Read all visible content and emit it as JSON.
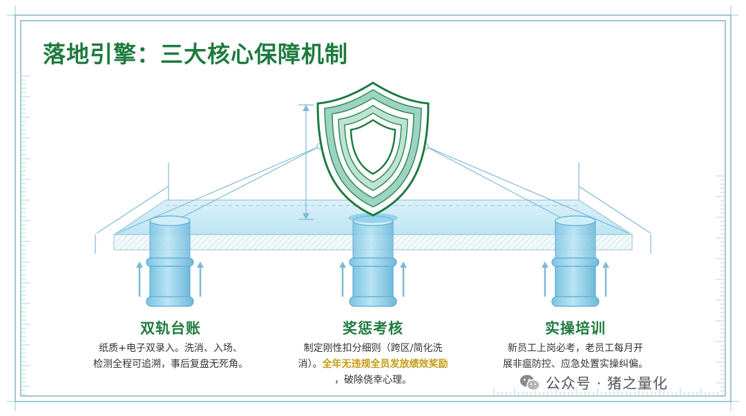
{
  "title": "落地引擎：三大核心保障机制",
  "pillars": [
    {
      "title": "双轨台账",
      "desc_lines": [
        "纸质+电子双录入。洗消、入场、",
        "检测全程可追溯，事后复盘无死角。"
      ]
    },
    {
      "title": "奖惩考核",
      "desc_line1": "制定刚性扣分细则（跨区/简化洗",
      "desc_line2_pre": "消）。",
      "desc_highlight": "全年无违规全员发放绩效奖励",
      "desc_line3": "，破除侥幸心理。"
    },
    {
      "title": "实操培训",
      "desc_lines": [
        "新员工上岗必考，老员工每月开",
        "展非瘟防控、应急处置实操纠偏。"
      ]
    }
  ],
  "watermark": "公众号 · 猪之量化",
  "colors": {
    "title_green": "#1e7a3e",
    "highlight_gold": "#c59a12",
    "blueprint_line": "#9cc7cf",
    "cylinder_blue": "#8fd0ea",
    "platform_blue": "#bfe6f4"
  },
  "icons": [
    "shield-icon",
    "wechat-icon"
  ]
}
